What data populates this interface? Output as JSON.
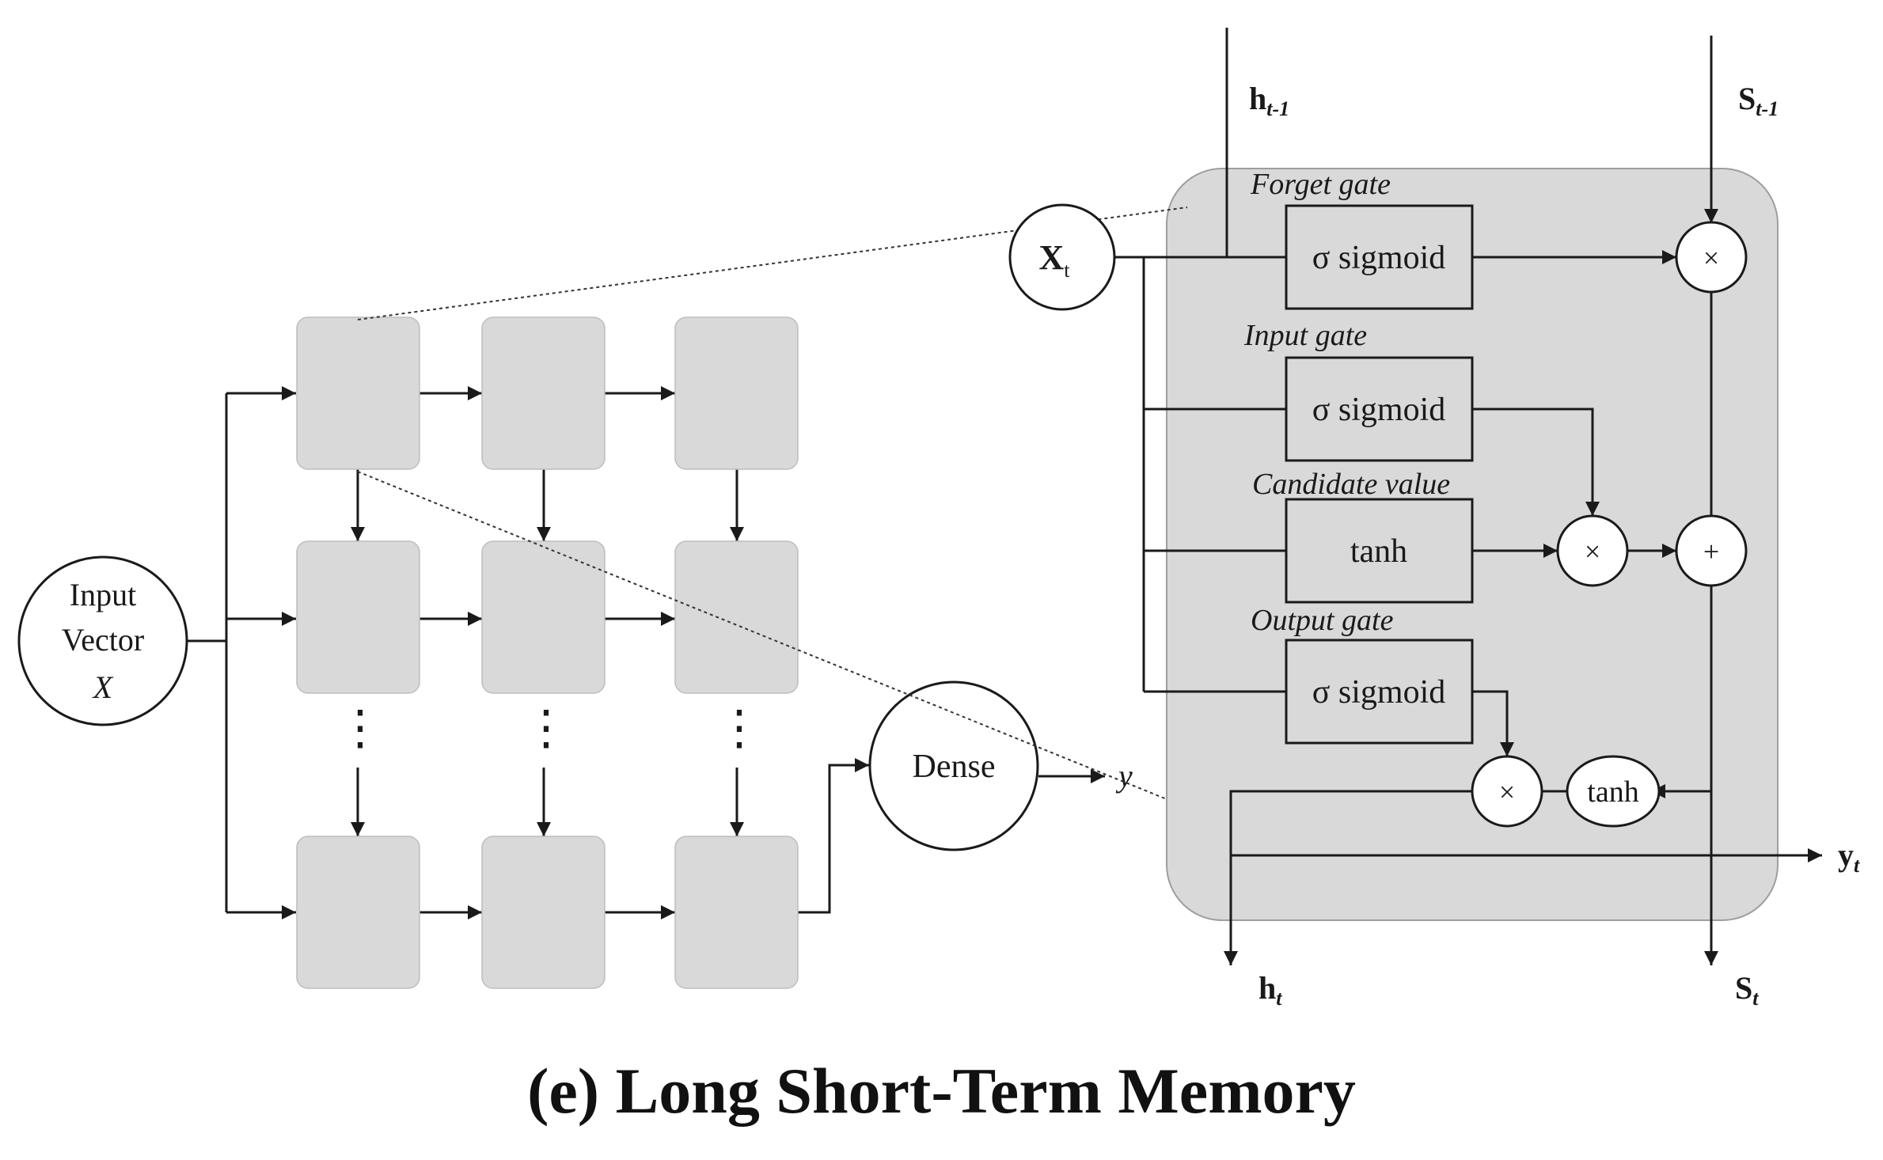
{
  "caption": "(e) Long Short-Term Memory",
  "colors": {
    "cell_fill": "#d9d9d9",
    "stroke": "#1a1a1a",
    "panel_fill": "#d9d9d9",
    "background": "#ffffff"
  },
  "input_node": {
    "line1": "Input",
    "line2": "Vector",
    "line3": "X"
  },
  "dense_node": {
    "label": "Dense",
    "output": "y"
  },
  "grid": {
    "rows": 3,
    "cols": 3,
    "ellipsis": "⋮"
  },
  "lstm": {
    "x_input": {
      "base": "X",
      "sub": "t"
    },
    "h_prev": {
      "base": "h",
      "sub": "t-1"
    },
    "s_prev": {
      "base": "S",
      "sub": "t-1"
    },
    "h_out": {
      "base": "h",
      "sub": "t"
    },
    "s_out": {
      "base": "S",
      "sub": "t"
    },
    "y_out": {
      "base": "y",
      "sub": "t"
    },
    "gates": {
      "forget": {
        "title": "Forget gate",
        "label": "σ sigmoid"
      },
      "input": {
        "title": "Input gate",
        "label": "σ sigmoid"
      },
      "candidate": {
        "title": "Candidate value",
        "label": "tanh"
      },
      "output": {
        "title": "Output gate",
        "label": "σ sigmoid"
      }
    },
    "ops": {
      "multiply": "×",
      "add": "+",
      "tanh": "tanh"
    }
  }
}
